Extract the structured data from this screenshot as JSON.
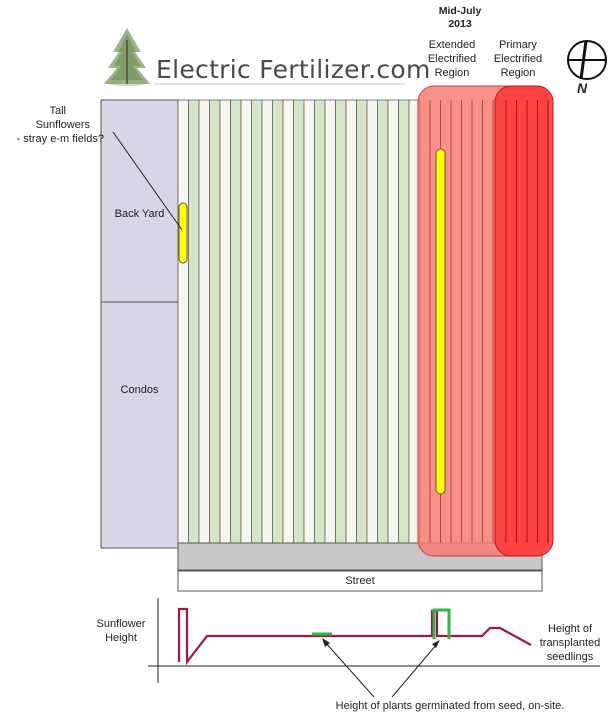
{
  "title": {
    "line1": "Mid-July",
    "line2": "2013"
  },
  "brand": {
    "text": "Electric Fertilizer.com"
  },
  "regions": {
    "extended": {
      "line1": "Extended",
      "line2": "Electrified",
      "line3": "Region"
    },
    "primary": {
      "line1": "Primary",
      "line2": "Electrified",
      "line3": "Region"
    }
  },
  "compass": {
    "label": "N"
  },
  "annotation": {
    "line1": "Tall",
    "line2": "Sunflowers",
    "line3": "- stray e-m fields?"
  },
  "areas": {
    "back_yard": "Back Yard",
    "condos": "Condos",
    "street": "Street"
  },
  "profile": {
    "ylabel_line1": "Sunflower",
    "ylabel_line2": "Height",
    "right_label_line1": "Height of",
    "right_label_line2": "transplanted",
    "right_label_line3": "seedlings",
    "bottom_label": "Height of plants germinated from seed, on-site."
  },
  "colors": {
    "neighbor_fill": "#d9d4e6",
    "row_green": "#d6e6c4",
    "row_light": "#f4f6ef",
    "extended_red": "#f57c74",
    "primary_red": "#ff3a3a",
    "sunflower_yellow": "#ffff00",
    "profile_line": "#9c1a45",
    "seed_green": "#33b54a",
    "sidewalk_gray": "#c8c8c8"
  }
}
